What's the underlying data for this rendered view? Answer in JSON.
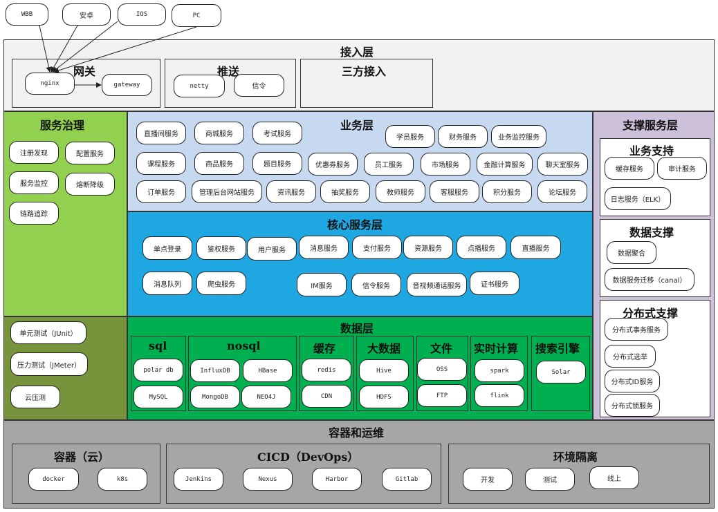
{
  "clients": {
    "web": "WBB",
    "android": "安卓",
    "ios": "IOS",
    "pc": "PC"
  },
  "access": {
    "title": "接入层",
    "gateway": {
      "title": "网关",
      "nginx": "nginx",
      "gw": "gateway"
    },
    "push": {
      "title": "推送",
      "netty": "netty",
      "signal": "信令"
    },
    "third": {
      "title": "三方接入"
    }
  },
  "governance": {
    "title": "服务治理",
    "items": [
      "注册发现",
      "配置服务",
      "服务监控",
      "熔断降级",
      "链路追踪"
    ]
  },
  "testing": {
    "items": [
      "单元测试（JUnit）",
      "压力测试（JMeter）",
      "云压测"
    ]
  },
  "business": {
    "title": "业务层",
    "items": [
      "直播间服务",
      "商城服务",
      "考试服务",
      "学员服务",
      "财务服务",
      "业务监控服务",
      "课程服务",
      "商品服务",
      "题目服务",
      "优惠券服务",
      "员工服务",
      "市场服务",
      "金融计算服务",
      "聊天室服务",
      "订单服务",
      "管理后台网站服务",
      "资讯服务",
      "抽奖服务",
      "教师服务",
      "客服服务",
      "积分服务",
      "论坛服务"
    ]
  },
  "core": {
    "title": "核心服务层",
    "items": [
      "单点登录",
      "鉴权服务",
      "用户服务",
      "消息服务",
      "支付服务",
      "资源服务",
      "点播服务",
      "直播服务",
      "消息队列",
      "爬虫服务",
      "IM服务",
      "信令服务",
      "音视频通话服务",
      "证书服务"
    ]
  },
  "data": {
    "title": "数据层",
    "sql": {
      "title": "sql",
      "items": [
        "polar db",
        "MySQL"
      ]
    },
    "nosql": {
      "title": "nosql",
      "items": [
        "InfluxDB",
        "HBase",
        "MongoDB",
        "NEO4J"
      ]
    },
    "cache": {
      "title": "缓存",
      "items": [
        "redis",
        "CDN"
      ]
    },
    "bigdata": {
      "title": "大数据",
      "items": [
        "Hive",
        "HDFS"
      ]
    },
    "file": {
      "title": "文件",
      "items": [
        "OSS",
        "FTP"
      ]
    },
    "realtime": {
      "title": "实时计算",
      "items": [
        "spark",
        "flink"
      ]
    },
    "search": {
      "title": "搜索引擎",
      "items": [
        "Solar"
      ]
    }
  },
  "support": {
    "title": "支撑服务层",
    "business": {
      "title": "业务支持",
      "items": [
        "缓存服务",
        "审计服务",
        "日志服务（ELK）"
      ]
    },
    "data": {
      "title": "数据支撑",
      "items": [
        "数据聚合",
        "数据服务迁移（canal）"
      ]
    },
    "distributed": {
      "title": "分布式支撑",
      "items": [
        "分布式事务服务",
        "分布式选举",
        "分布式ID服务",
        "分布式锁服务"
      ]
    }
  },
  "ops": {
    "title": "容器和运维",
    "container": {
      "title": "容器（云）",
      "items": [
        "docker",
        "k8s"
      ]
    },
    "cicd": {
      "title": "CICD（DevOps）",
      "items": [
        "Jenkins",
        "Nexus",
        "Harbor",
        "Gitlab"
      ]
    },
    "env": {
      "title": "环境隔离",
      "items": [
        "开发",
        "测试",
        "线上"
      ]
    }
  },
  "colors": {
    "access": "#f2f2f2",
    "governance": "#92d050",
    "testing": "#77933c",
    "business": "#c6d9f1",
    "core": "#1ea7e1",
    "data": "#00b050",
    "support": "#ccc0da",
    "ops": "#a6a6a6"
  }
}
